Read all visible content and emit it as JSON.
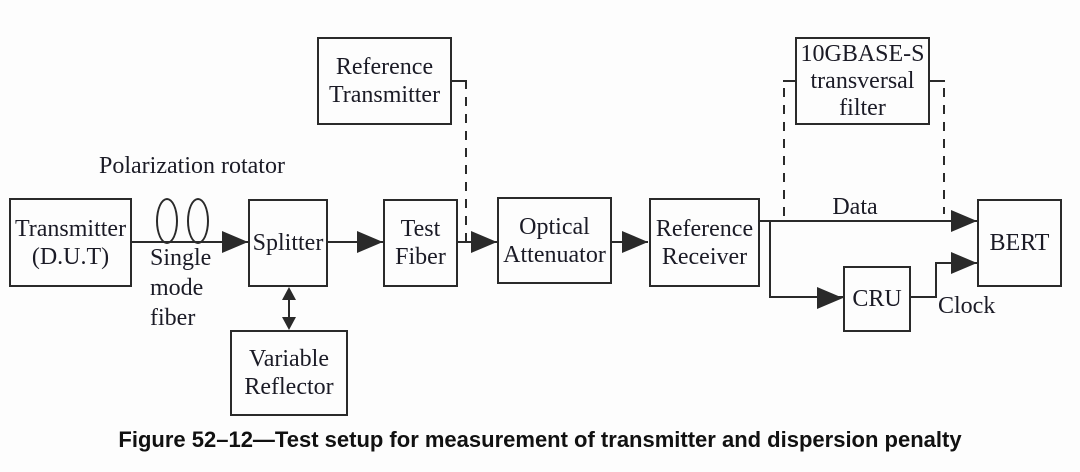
{
  "figure": {
    "caption": "Figure 52–12—Test setup for measurement of transmitter and dispersion penalty"
  },
  "blocks": {
    "transmitter_dut": {
      "lines": [
        "Transmitter",
        "(D.U.T)"
      ]
    },
    "reference_transmitter": {
      "lines": [
        "Reference",
        "Transmitter"
      ]
    },
    "transversal_filter": {
      "lines": [
        "10GBASE-S",
        "transversal",
        "filter"
      ]
    },
    "splitter": {
      "lines": [
        "Splitter"
      ]
    },
    "test_fiber": {
      "lines": [
        "Test",
        "Fiber"
      ]
    },
    "optical_attenuator": {
      "lines": [
        "Optical",
        "Attenuator"
      ]
    },
    "reference_receiver": {
      "lines": [
        "Reference",
        "Receiver"
      ]
    },
    "variable_reflector": {
      "lines": [
        "Variable",
        "Reflector"
      ]
    },
    "cru": {
      "lines": [
        "CRU"
      ]
    },
    "bert": {
      "lines": [
        "BERT"
      ]
    }
  },
  "annotations": {
    "polarization_rotator": "Polarization rotator",
    "single_mode_fiber": [
      "Single",
      "mode",
      "fiber"
    ],
    "data_signal": "Data",
    "clock_signal": "Clock"
  },
  "colors": {
    "line": "#2a2a2a",
    "text": "#1b1b26",
    "caption": "#111111",
    "background": "#fdfdfd"
  }
}
